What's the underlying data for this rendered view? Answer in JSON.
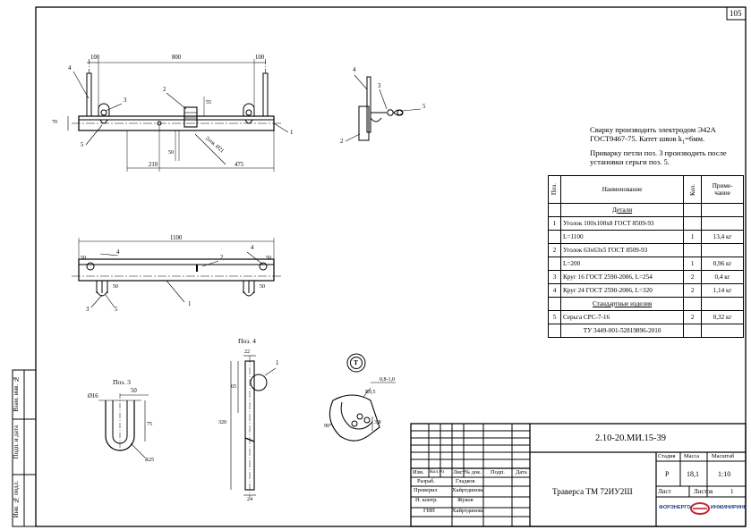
{
  "sheet_number": "105",
  "doc_code": "2.10-20.МИ.15-39",
  "title": "Траверса ТМ 72ИУ2Ш",
  "notes": [
    "Сварку производить электродом Э42А",
    "ГОСТ9467-75. Катет швов k",
    "=6мм.",
    "Приварку петли поз. 3 производить после",
    "установки серьги поз. 5."
  ],
  "note_k_sub": "1",
  "spec": {
    "headers": {
      "pos": "Поз.",
      "name": "Наименование",
      "qty": "Кол.",
      "note": "Приме-чание"
    },
    "note_header_lines": [
      "Приме-",
      "чание"
    ],
    "section_details": "Детали",
    "section_standard": "Стандартные изделия",
    "rows": [
      {
        "pos": "1",
        "name": "Уголок 100х100х8 ГОСТ 8509-93",
        "qty": "",
        "note": ""
      },
      {
        "pos": "",
        "name": "L=1100",
        "qty": "1",
        "note": "13,4 кг"
      },
      {
        "pos": "2",
        "name": "Уголок 63х63х5 ГОСТ 8509-93",
        "qty": "",
        "note": ""
      },
      {
        "pos": "",
        "name": "L=200",
        "qty": "1",
        "note": "0,96 кг"
      },
      {
        "pos": "3",
        "name": "Круг 16 ГОСТ 2590-2006, L=254",
        "qty": "2",
        "note": "0,4 кг"
      },
      {
        "pos": "4",
        "name": "Круг 24 ГОСТ 2590-2006, L=320",
        "qty": "2",
        "note": "1,14 кг"
      }
    ],
    "std_rows": [
      {
        "pos": "5",
        "name": "Серьга СРС-7-16",
        "qty": "2",
        "note": "0,32 кг"
      },
      {
        "pos": "",
        "name": "ТУ 3449-001-52819896-2010",
        "qty": "",
        "note": ""
      }
    ]
  },
  "title_block": {
    "cols": [
      "Изм.",
      "Кол.уч",
      "Лист",
      "№ док.",
      "Подп.",
      "Дата"
    ],
    "people": [
      {
        "role": "Разраб.",
        "name": "Гладков"
      },
      {
        "role": "Проверил",
        "name": "Хайртдинова"
      },
      {
        "role": "Н. контр.",
        "name": "Жуков"
      },
      {
        "role": "ГИП",
        "name": "Хайртдинова"
      }
    ],
    "stage_label": "Стадия",
    "mass_label": "Масса",
    "scale_label": "Масштаб",
    "stage": "Р",
    "mass": "18,1",
    "scale": "1:10",
    "sheet_label": "Лист",
    "sheets_label": "Листов",
    "sheets": "1",
    "company": "ФОРЭНЕРГО",
    "company2": "ИНЖИНИРИНГ"
  },
  "side_stamp": [
    "Инв. № подл.",
    "Подп. и дата",
    "Взам. инв. №"
  ],
  "views": {
    "poz3": "Поз. 3",
    "poz4": "Поз. 4",
    "dims_top": {
      "d100a": "100",
      "d800": "800",
      "d100b": "100",
      "d55": "55",
      "d50": "50",
      "d210": "210",
      "d475": "475",
      "d20": "70",
      "weld": "2отв. Ø21"
    },
    "dims_plan": {
      "d1100": "1100",
      "d50a": "50",
      "d50b": "50",
      "d50c": "50",
      "d50d": "50"
    },
    "dims_p3": {
      "d16": "Ø16",
      "d50": "50",
      "d75": "75",
      "r25": "R25"
    },
    "dims_p4": {
      "d22": "22",
      "d65": "65",
      "d320": "320",
      "d24": "24"
    },
    "dims_detail": {
      "r05": "R0,5",
      "d08": "0,8-1,0",
      "d38": "3,8",
      "a90": "90°"
    },
    "callouts": {
      "c1": "1",
      "c2": "2",
      "c3": "3",
      "c4": "4",
      "c5": "5",
      "cT": "T"
    }
  }
}
